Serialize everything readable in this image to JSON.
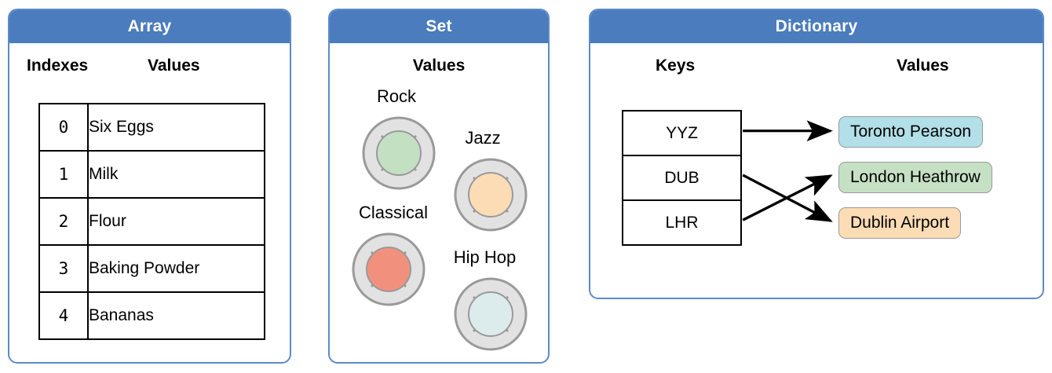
{
  "colors": {
    "header_blue": "#4a7cbe",
    "card_border": "#5b8bc9",
    "disc_outer_fill": "#e2e2e2",
    "disc_outer_stroke": "#9a9a9a",
    "pill_blue": "#b2dfe8",
    "pill_green": "#c6e0c4",
    "pill_orange": "#fbdcb5",
    "disc_green": "#c3e0c3",
    "disc_orange": "#fbdcb5",
    "disc_red": "#f2907e",
    "disc_cyan": "#dcebeb",
    "stroke_black": "#000000"
  },
  "panels": {
    "array": {
      "title": "Array",
      "columns": [
        "Indexes",
        "Values"
      ],
      "rows": [
        {
          "index": "0",
          "value": "Six Eggs"
        },
        {
          "index": "1",
          "value": "Milk"
        },
        {
          "index": "2",
          "value": "Flour"
        },
        {
          "index": "3",
          "value": "Baking Powder"
        },
        {
          "index": "4",
          "value": "Bananas"
        }
      ]
    },
    "set": {
      "title": "Set",
      "columns": [
        "Values"
      ],
      "items": [
        {
          "label": "Rock",
          "icon": "record-disc-icon",
          "color": "#c3e0c3"
        },
        {
          "label": "Jazz",
          "icon": "record-disc-icon",
          "color": "#fbdcb5"
        },
        {
          "label": "Classical",
          "icon": "record-disc-icon",
          "color": "#f2907e"
        },
        {
          "label": "Hip Hop",
          "icon": "record-disc-icon",
          "color": "#dcebeb"
        }
      ]
    },
    "dictionary": {
      "title": "Dictionary",
      "columns": [
        "Keys",
        "Values"
      ],
      "keys": [
        "YYZ",
        "DUB",
        "LHR"
      ],
      "values": [
        {
          "label": "Toronto Pearson",
          "color": "#b2dfe8"
        },
        {
          "label": "London Heathrow",
          "color": "#c6e0c4"
        },
        {
          "label": "Dublin Airport",
          "color": "#fbdcb5"
        }
      ],
      "mappings": [
        {
          "key": "YYZ",
          "value": "Toronto Pearson"
        },
        {
          "key": "DUB",
          "value": "Dublin Airport"
        },
        {
          "key": "LHR",
          "value": "London Heathrow"
        }
      ]
    }
  }
}
